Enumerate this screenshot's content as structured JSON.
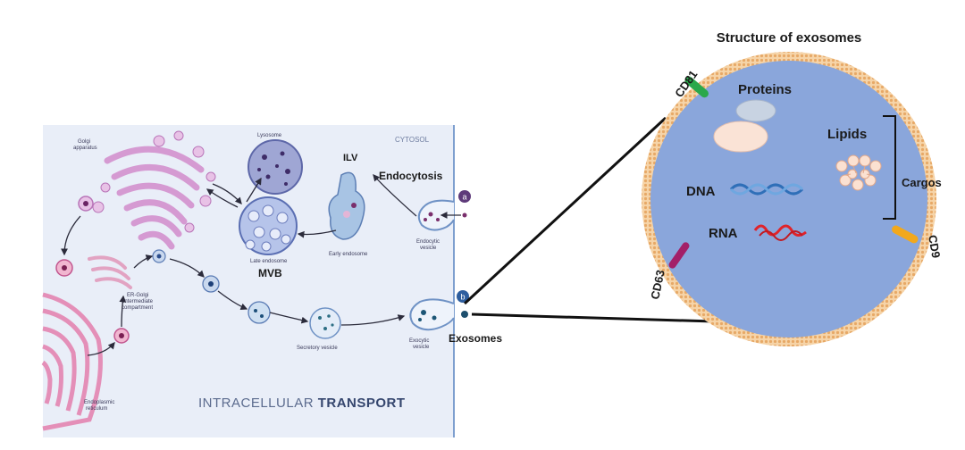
{
  "left_panel": {
    "cytosol": "CYTOSOL",
    "title_part1": "INTRACELLULAR ",
    "title_part2": "TRANSPORT",
    "labels": {
      "golgi": [
        "Golgi",
        "apparatus"
      ],
      "lysosome": "Lysosome",
      "ilv": "ILV",
      "endocytosis": "Endocytosis",
      "late_endosome": "Late endosome",
      "mvb": "MVB",
      "early_endosome": "Early endosome",
      "endocytic_vesicle": [
        "Endocytic",
        "vesicle"
      ],
      "er_golgi": [
        "ER-Golgi",
        "intermediate",
        "compartment"
      ],
      "secretory_vesicle": "Secretory vesicle",
      "exocytic_vesicle": [
        "Exocytic",
        "vesicle"
      ],
      "er": [
        "Endoplasmic",
        "reticulum"
      ],
      "exosomes": "Exosomes",
      "badge_a": "a",
      "badge_b": "b"
    }
  },
  "right_panel": {
    "title": "Structure of exosomes",
    "proteins": "Proteins",
    "lipids": "Lipids",
    "dna": "DNA",
    "rna": "RNA",
    "cargos": "Cargos",
    "markers": {
      "cd81": "CD81",
      "cd63": "CD63",
      "cd9": "CD9"
    }
  },
  "colors": {
    "panel_bg": "#e9eef8",
    "exosome_fill": "#8aa6db",
    "membrane": "#f0c48f",
    "cd81": "#2aa84a",
    "cd63": "#a31f68",
    "cd9": "#f2a81c",
    "rna": "#e0232a",
    "dna": "#3b80c8"
  }
}
